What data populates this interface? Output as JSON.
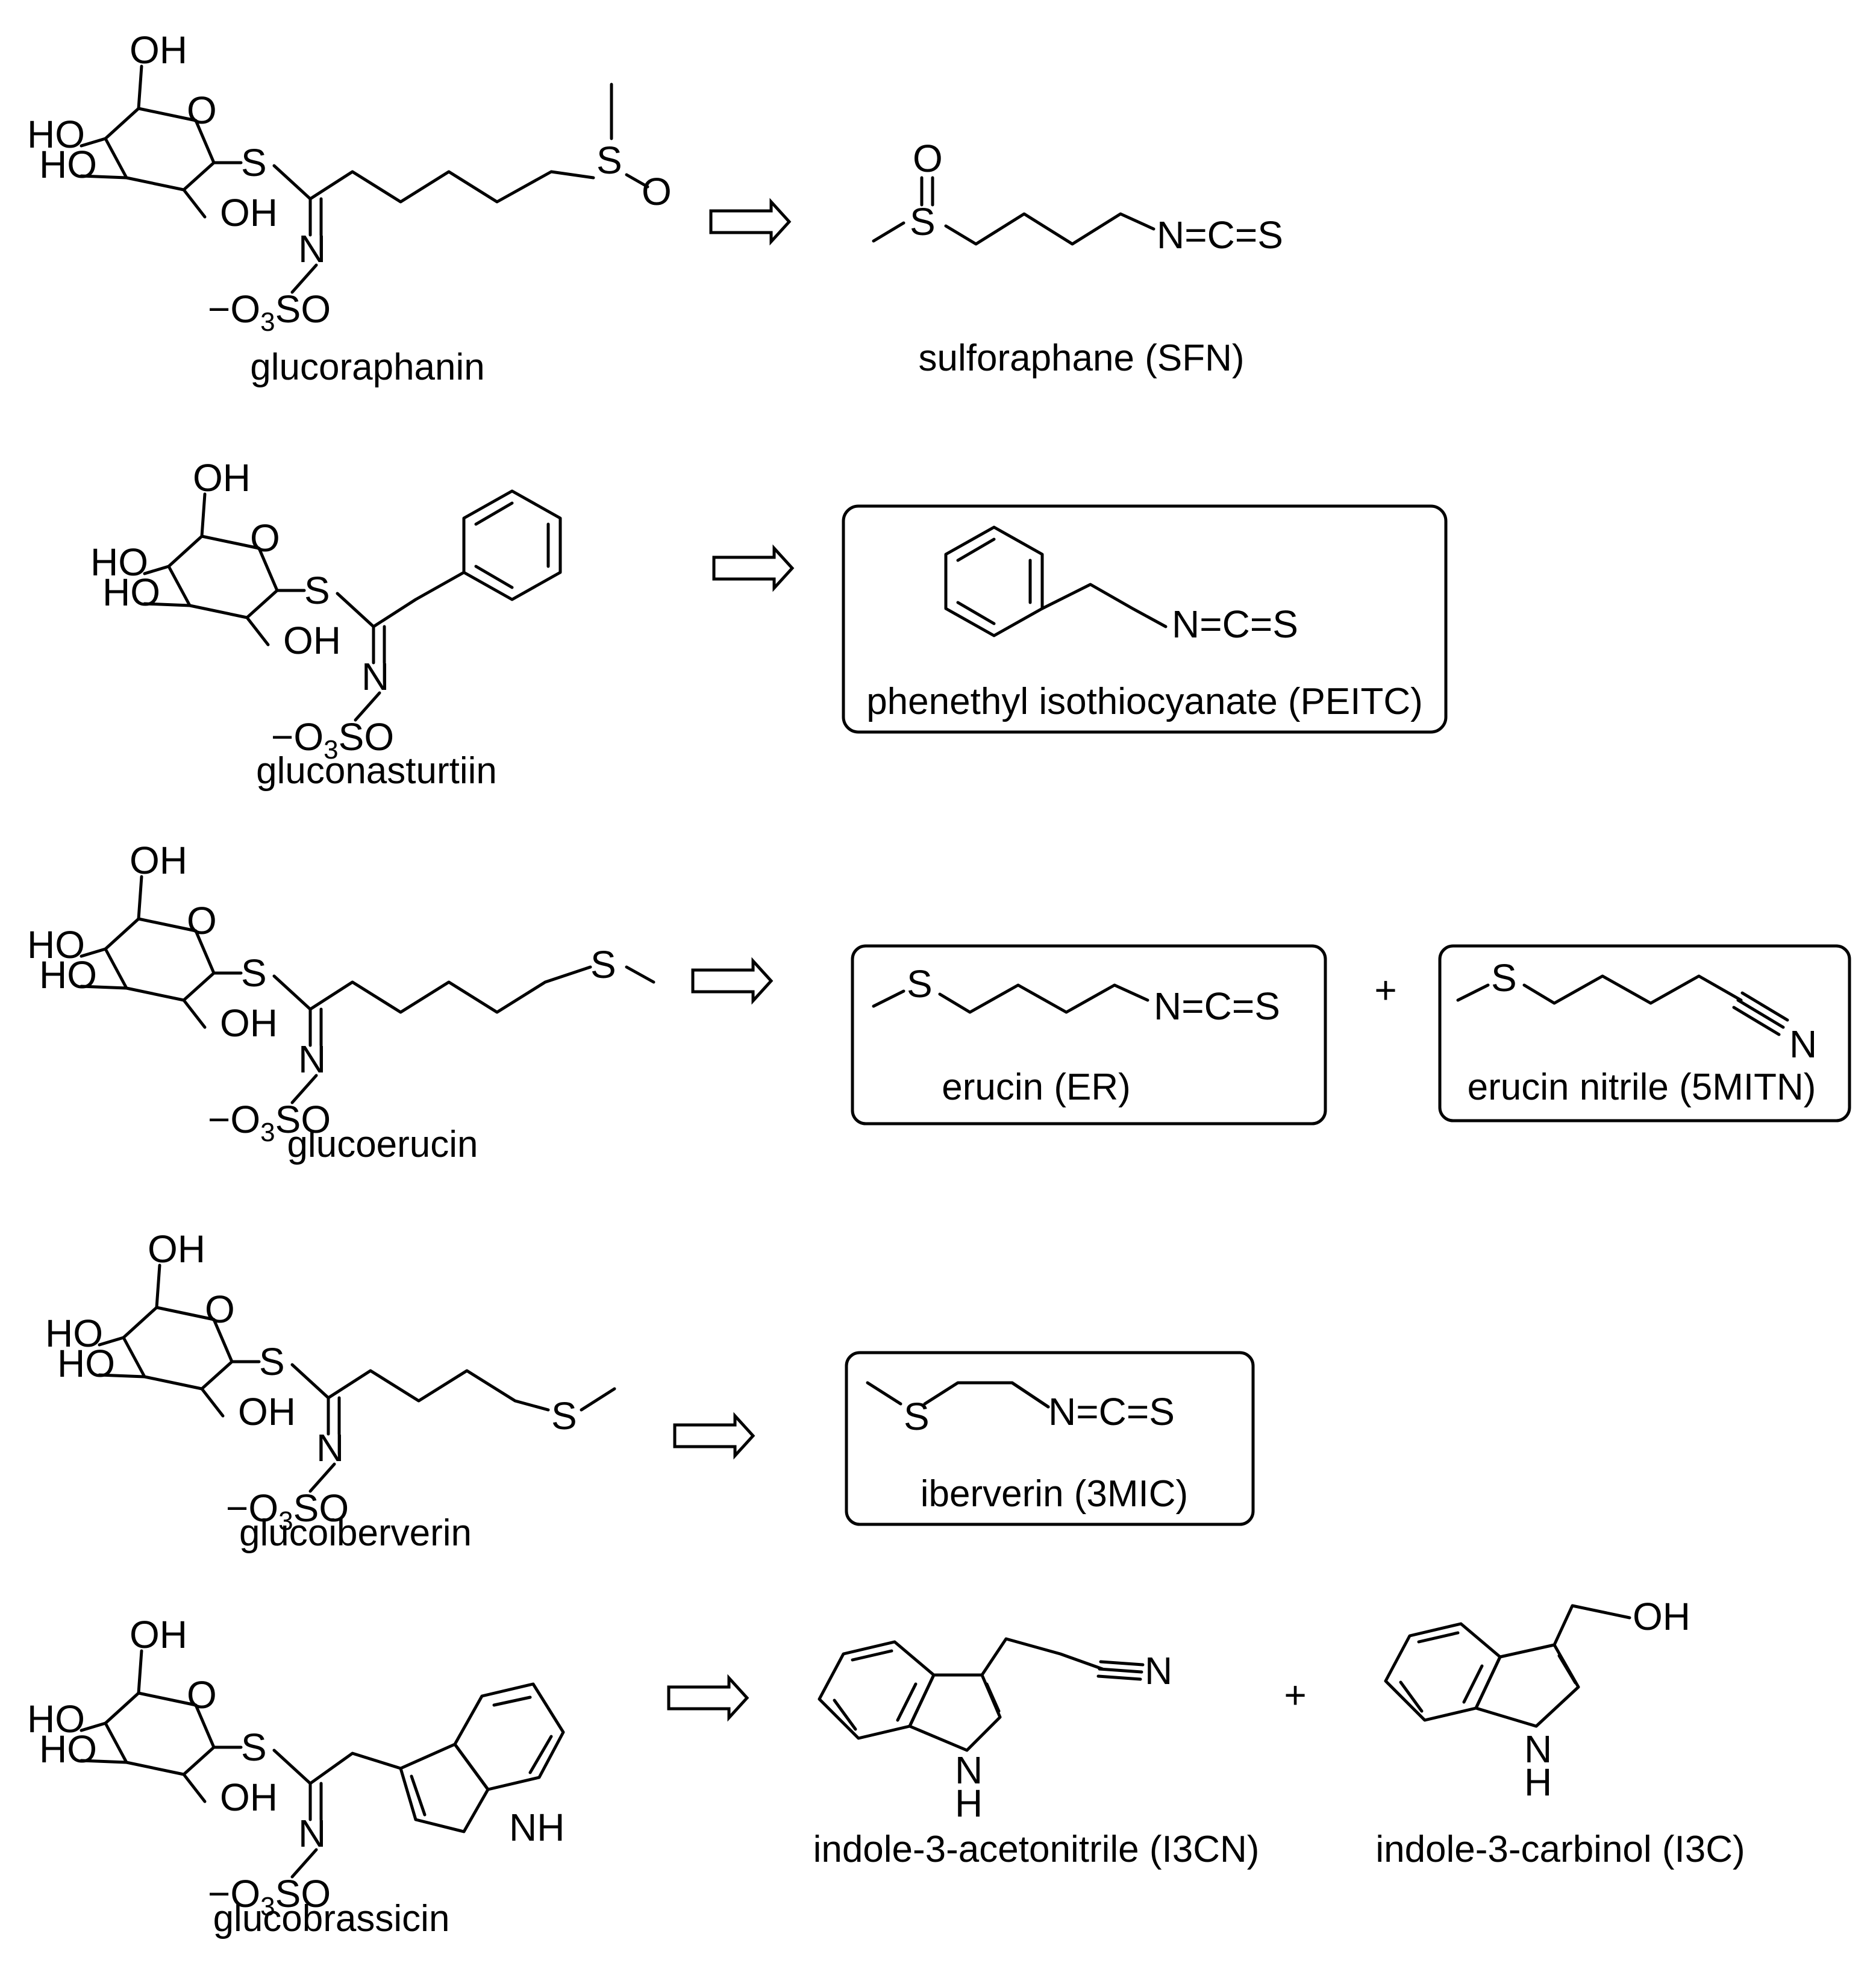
{
  "atoms": {
    "OH": "OH",
    "HO": "HO",
    "O": "O",
    "S": "S",
    "N": "N",
    "H": "H",
    "NH": "NH",
    "minus": "−",
    "O3SO_a": "O",
    "O3SO_b": "3",
    "O3SO_c": "SO",
    "NCS": "N=C=S",
    "plus": "+"
  },
  "reactions": [
    {
      "glucosinolate": "glucoraphanin",
      "products": [
        "sulforaphane (SFN)"
      ]
    },
    {
      "glucosinolate": "gluconasturtiin",
      "products": [
        "phenethyl isothiocyanate (PEITC)"
      ]
    },
    {
      "glucosinolate": "glucoerucin",
      "products": [
        "erucin (ER)",
        "erucin nitrile (5MITN)"
      ]
    },
    {
      "glucosinolate": "glucoiberverin",
      "products": [
        "iberverin (3MIC)"
      ]
    },
    {
      "glucosinolate": "glucobrassicin",
      "products": [
        "indole-3-acetonitrile (I3CN)",
        "indole-3-carbinol (I3C)"
      ]
    }
  ]
}
